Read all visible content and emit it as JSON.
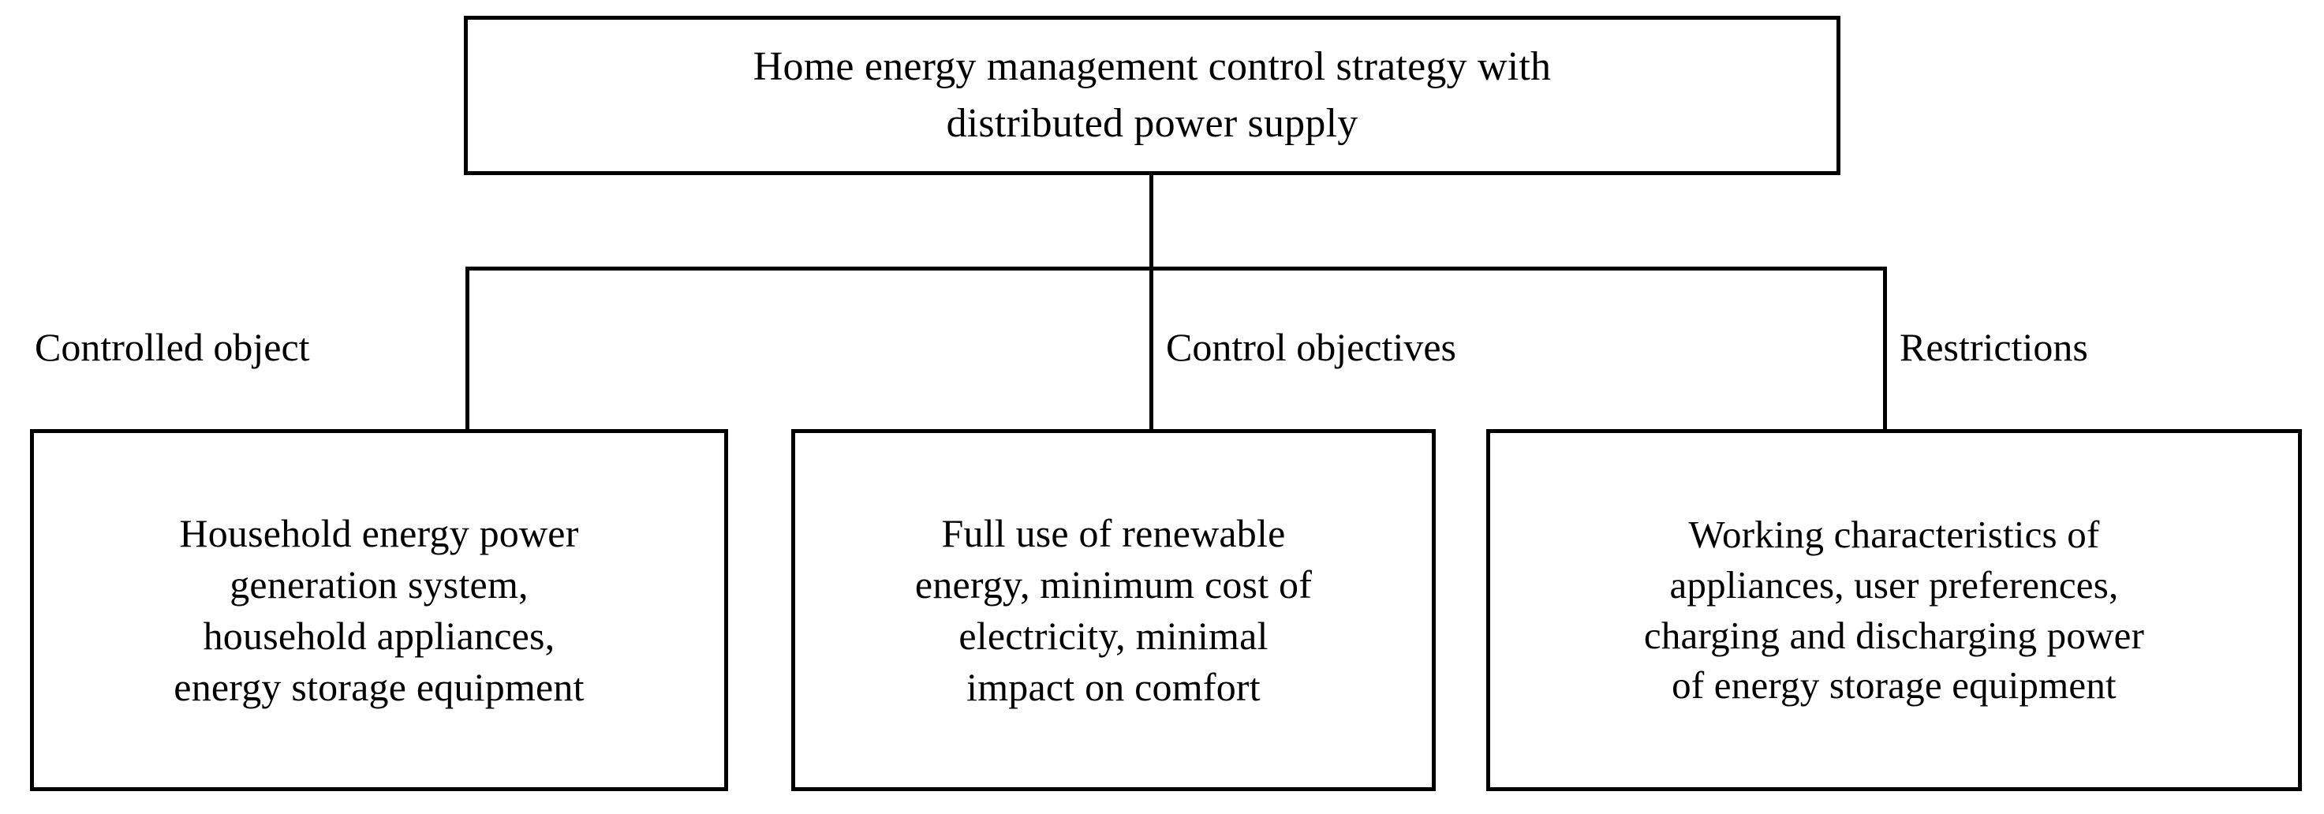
{
  "diagram": {
    "title": "Home energy management control strategy with distributed power supply",
    "colors": {
      "background": "#ffffff",
      "stroke": "#000000",
      "text": "#000000"
    },
    "root": {
      "label": "Home energy management control strategy with\ndistributed power supply"
    },
    "branches": [
      {
        "label": "Controlled object",
        "leaf": "Household energy power\ngeneration system,\nhousehold appliances,\nenergy storage equipment"
      },
      {
        "label": "Control objectives",
        "leaf": "Full use of renewable\nenergy, minimum cost of\nelectricity, minimal\nimpact on comfort"
      },
      {
        "label": "Restrictions",
        "leaf": "Working characteristics of\nappliances, user preferences,\ncharging and discharging power\nof energy storage equipment"
      }
    ]
  }
}
